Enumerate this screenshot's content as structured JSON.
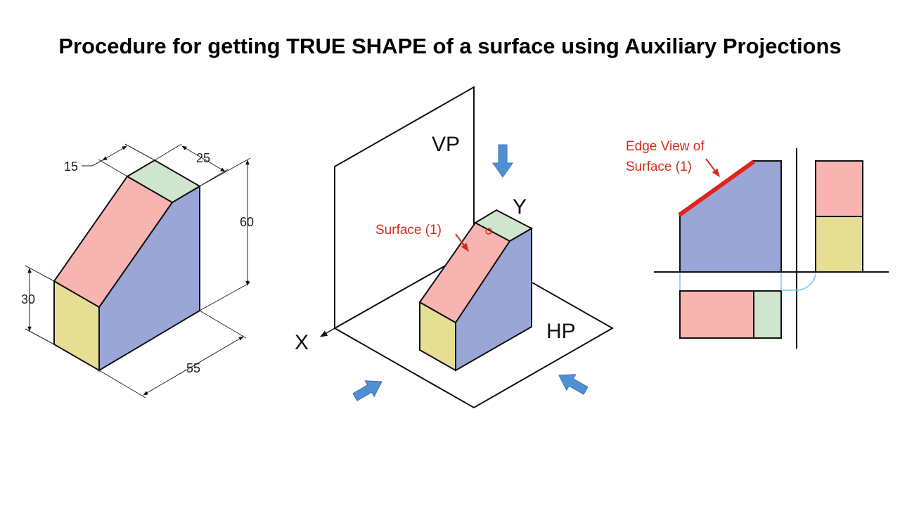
{
  "title": "Procedure for getting TRUE SHAPE of a surface using Auxiliary Projections",
  "iso_block": {
    "dim_top_width": "15",
    "dim_top_depth": "25",
    "dim_height": "60",
    "dim_low_height": "30",
    "dim_length": "55"
  },
  "planes": {
    "vp_label": "VP",
    "hp_label": "HP",
    "x_label": "X",
    "y_label": "Y",
    "surface_label": "Surface (1)"
  },
  "orthographic": {
    "edge_view_line1": "Edge View of",
    "edge_view_line2": "Surface (1)"
  },
  "colors": {
    "surface_red": "#f8b4b0",
    "side_blue": "#9aa6d6",
    "top_green": "#cfe5cd",
    "front_yellow": "#e6df93",
    "annotation_red": "#d62a1d",
    "arrow_blue": "#4f8fd3",
    "projector_cyan": "#6ec6ee"
  }
}
